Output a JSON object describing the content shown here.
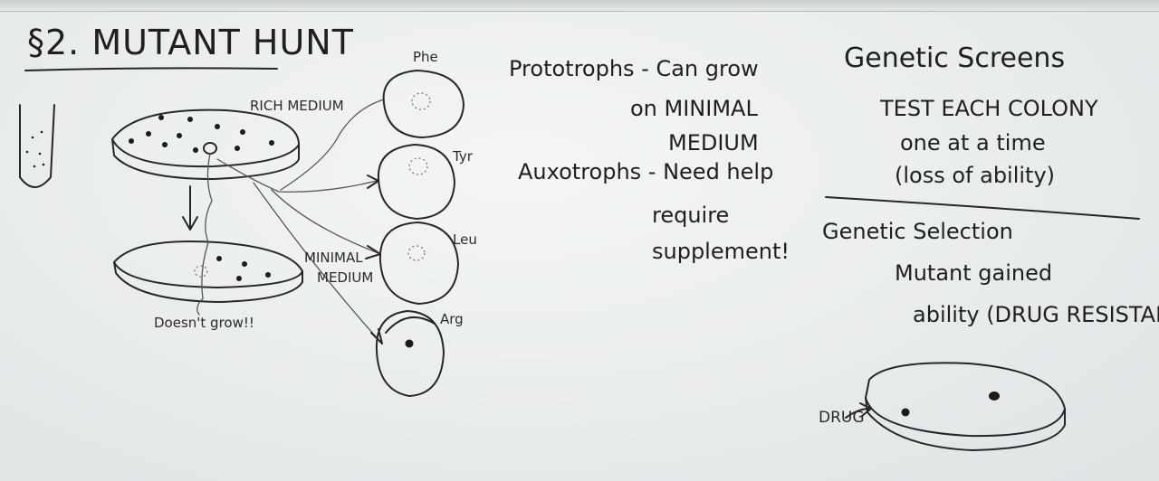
{
  "heading": "§2. MUTANT HUNT",
  "left_diagram": {
    "rich_medium_label": "RICH MEDIUM",
    "minimal_medium_label_line1": "MINIMAL",
    "minimal_medium_label_line2": "MEDIUM",
    "doesnt_grow_label": "Doesn't grow!!",
    "supplements": [
      "Phe",
      "Tyr",
      "Leu",
      "Arg"
    ]
  },
  "middle_notes": {
    "prototrophs_line1": "Prototrophs - Can grow",
    "prototrophs_line2": "on MINIMAL",
    "prototrophs_line3": "MEDIUM",
    "auxotrophs_line1": "Auxotrophs - Need help",
    "auxotrophs_line2": "require",
    "auxotrophs_line3": "supplement!"
  },
  "right_notes": {
    "screens_title": "Genetic Screens",
    "screens_line1": "TEST EACH COLONY",
    "screens_line2": "one at a time",
    "screens_line3": "(loss of ability)",
    "selection_title": "Genetic Selection",
    "selection_line1": "Mutant gained",
    "selection_line2": "ability (DRUG RESISTANT)",
    "drug_label": "DRUG"
  }
}
